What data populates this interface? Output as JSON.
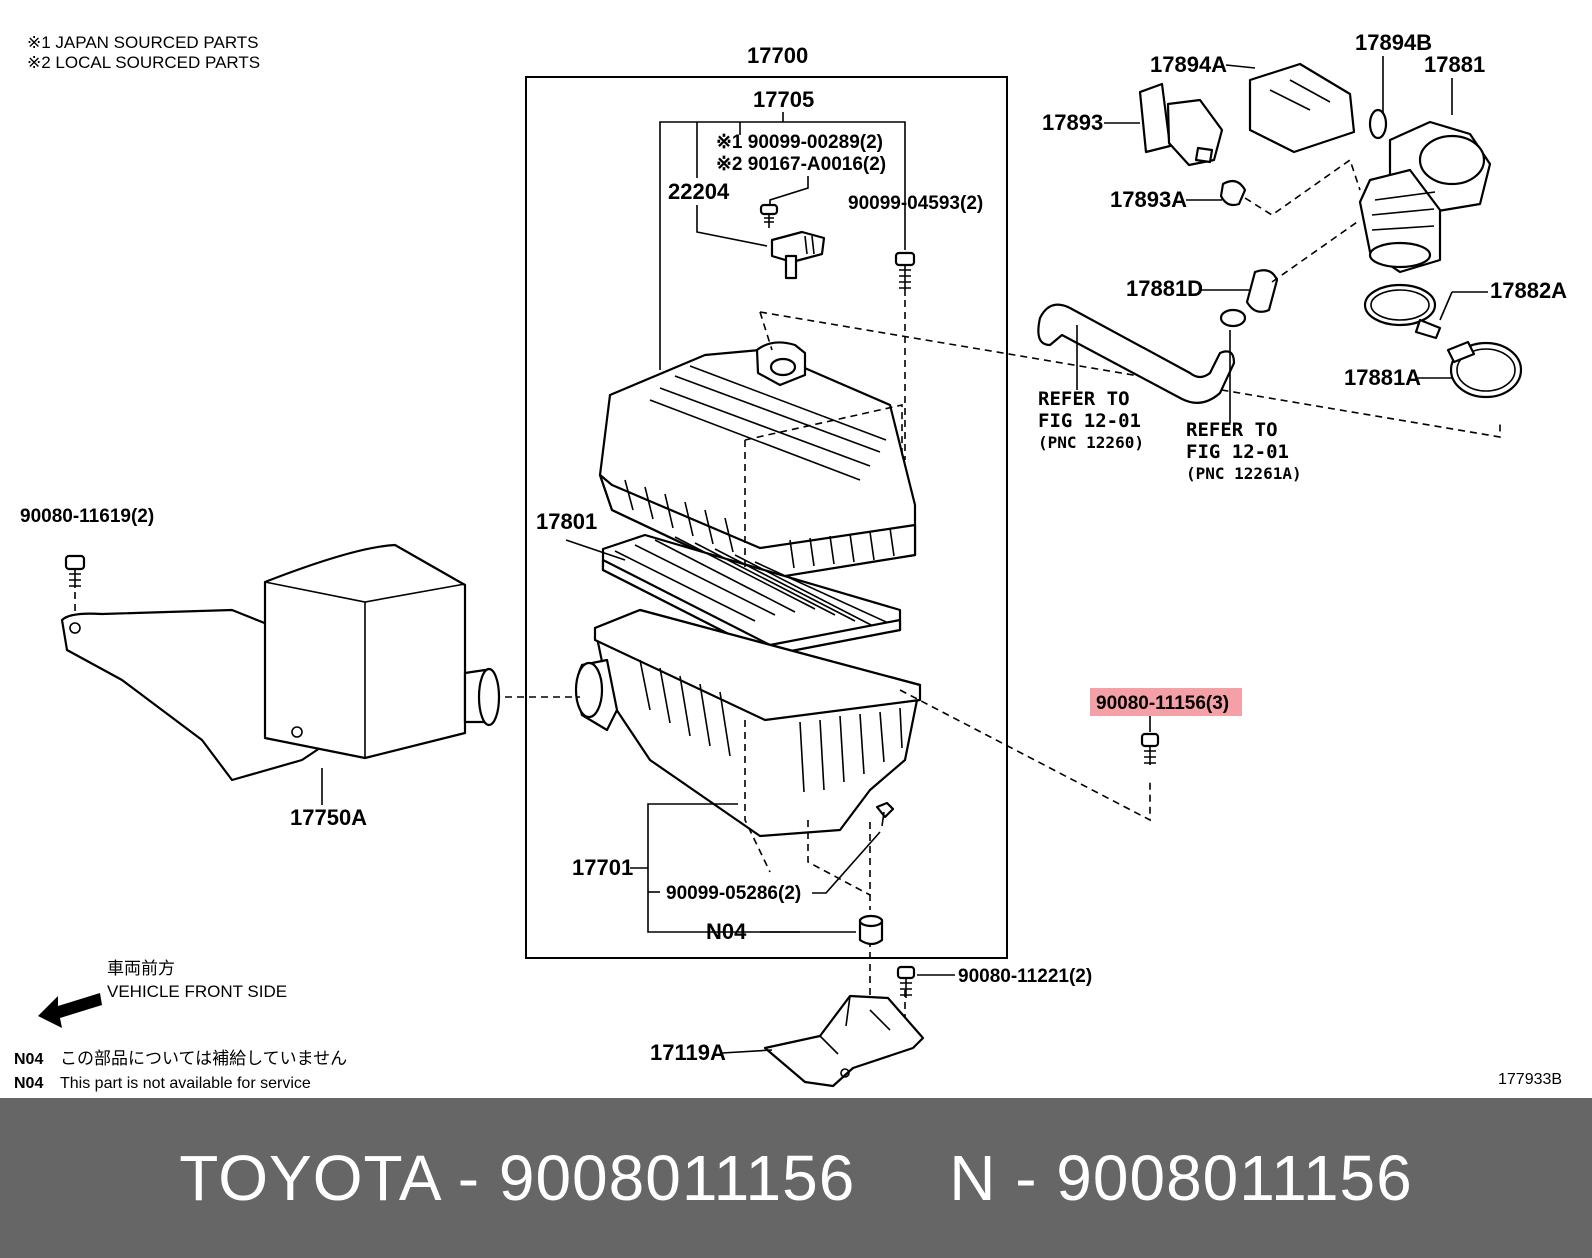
{
  "notes": {
    "japan_sourced": "※1 JAPAN SOURCED PARTS",
    "local_sourced": "※2 LOCAL SOURCED PARTS"
  },
  "labels": {
    "p17700": "17700",
    "p17705": "17705",
    "p9009900289": "※1  90099-00289(2)",
    "p90167A0016": "※2  90167-A0016(2)",
    "p22204": "22204",
    "p9009904593": "90099-04593(2)",
    "p17801": "17801",
    "p9008011619": "90080-11619(2)",
    "p17750A": "17750A",
    "p17701": "17701",
    "p9009905286": "90099-05286(2)",
    "pN04": "N04",
    "p9008011221": "90080-11221(2)",
    "p17119A": "17119A",
    "p9008011156": "90080-11156(3)",
    "p17894A": "17894A",
    "p17894B": "17894B",
    "p17881": "17881",
    "p17893": "17893",
    "p17893A": "17893A",
    "p17881D": "17881D",
    "p17882A": "17882A",
    "p17881A": "17881A",
    "diagram_id": "177933B"
  },
  "references": {
    "ref1_line1": "REFER TO",
    "ref1_line2": "FIG 12-01",
    "ref1_line3": "(PNC 12260)",
    "ref2_line1": "REFER TO",
    "ref2_line2": "FIG 12-01",
    "ref2_line3": "(PNC 12261A)"
  },
  "direction": {
    "jp": "車両前方",
    "en": "VEHICLE FRONT SIDE"
  },
  "legend": {
    "code_jp": "N04",
    "text_jp": "この部品については補給していません",
    "code_en": "N04",
    "text_en": "This part is not available for service"
  },
  "highlight_color": "#f4a0a6",
  "footer": {
    "text": "TOYOTA - 9008011156     N - 9008011156"
  }
}
